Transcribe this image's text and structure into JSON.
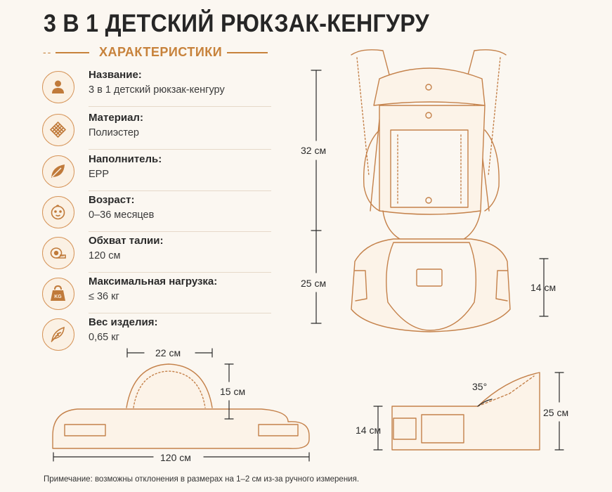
{
  "title": "3 В 1 ДЕТСКИЙ РЮКЗАК-КЕНГУРУ",
  "section_title": "ХАРАКТЕРИСТИКИ",
  "section_prefix": "--",
  "features": [
    {
      "icon": "person-icon",
      "label": "Название:",
      "value": "3 в 1 детский рюкзак-кенгуру"
    },
    {
      "icon": "mesh-fabric-icon",
      "label": "Материал:",
      "value": "Полиэстер"
    },
    {
      "icon": "leaf-icon",
      "label": "Наполнитель:",
      "value": "EPP"
    },
    {
      "icon": "baby-face-icon",
      "label": "Возраст:",
      "value": "0–36 месяцев"
    },
    {
      "icon": "tape-measure-icon",
      "label": "Обхват талии:",
      "value": "120 см"
    },
    {
      "icon": "kettlebell-kg-icon",
      "label": "Максимальная нагрузка:",
      "value": "≤ 36 кг",
      "icon_text": "KG"
    },
    {
      "icon": "feather-icon",
      "label": "Вес изделия:",
      "value": "0,65 кг"
    }
  ],
  "dimensions": {
    "carrier_height": "32 см",
    "seat_height": "25 см",
    "seat_depth": "14 см",
    "belt_arc_width": "22 см",
    "belt_arc_height": "15 см",
    "belt_length": "120 см",
    "seat_side_height": "25 см",
    "seat_side_depth": "14 см",
    "seat_angle": "35°"
  },
  "note": "Примечание: возможны отклонения в размерах на 1–2 см из-за ручного измерения."
}
